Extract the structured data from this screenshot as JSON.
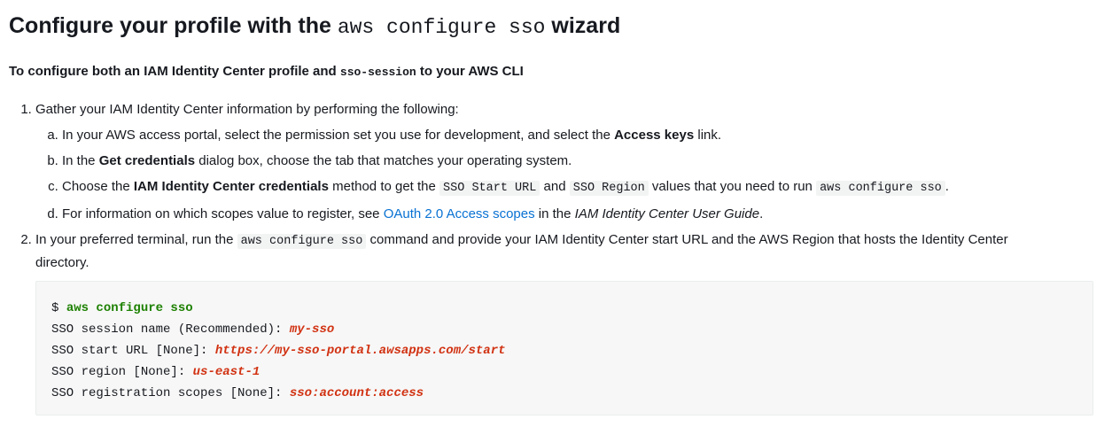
{
  "heading": {
    "prefix": "Configure your profile with the ",
    "code": "aws configure sso",
    "suffix": " wizard"
  },
  "subheading": {
    "prefix": "To configure both an IAM Identity Center profile and ",
    "code": "sso-session",
    "suffix": " to your AWS CLI"
  },
  "steps": [
    {
      "number": "1.",
      "text": "Gather your IAM Identity Center information by performing the following:",
      "substeps": [
        {
          "letter": "a.",
          "before": "In your AWS access portal, select the permission set you use for development, and select the ",
          "bold": "Access keys",
          "after": " link."
        },
        {
          "letter": "b.",
          "before": "In the ",
          "bold": "Get credentials",
          "after": " dialog box, choose the tab that matches your operating system."
        },
        {
          "letter": "c.",
          "before": "Choose the ",
          "bold": "IAM Identity Center credentials",
          "mid1": " method to get the ",
          "code1": "SSO Start URL",
          "mid2": " and ",
          "code2": "SSO Region",
          "mid3": " values that you need to run ",
          "code3": "aws configure sso",
          "after": "."
        },
        {
          "letter": "d.",
          "before": "For information on which scopes value to register, see ",
          "link": "OAuth 2.0 Access scopes",
          "mid": " in the ",
          "italic": "IAM Identity Center User Guide",
          "after": "."
        }
      ]
    },
    {
      "number": "2.",
      "before": "In your preferred terminal, run the ",
      "code": "aws configure sso",
      "after": " command and provide your IAM Identity Center start URL and the AWS Region that hosts the Identity Center directory."
    }
  ],
  "code_block": {
    "prompt": "$ ",
    "command": "aws configure sso",
    "lines": [
      {
        "label": "SSO session name (Recommended): ",
        "value": "my-sso"
      },
      {
        "label": "SSO start URL [None]: ",
        "value": "https://my-sso-portal.awsapps.com/start"
      },
      {
        "label": "SSO region [None]: ",
        "value": "us-east-1"
      },
      {
        "label": "SSO registration scopes [None]: ",
        "value": "sso:account:access"
      }
    ]
  },
  "colors": {
    "text": "#16191f",
    "link": "#0972d3",
    "command": "#1d8102",
    "answer": "#d13212",
    "code_bg": "#f7f7f7"
  }
}
